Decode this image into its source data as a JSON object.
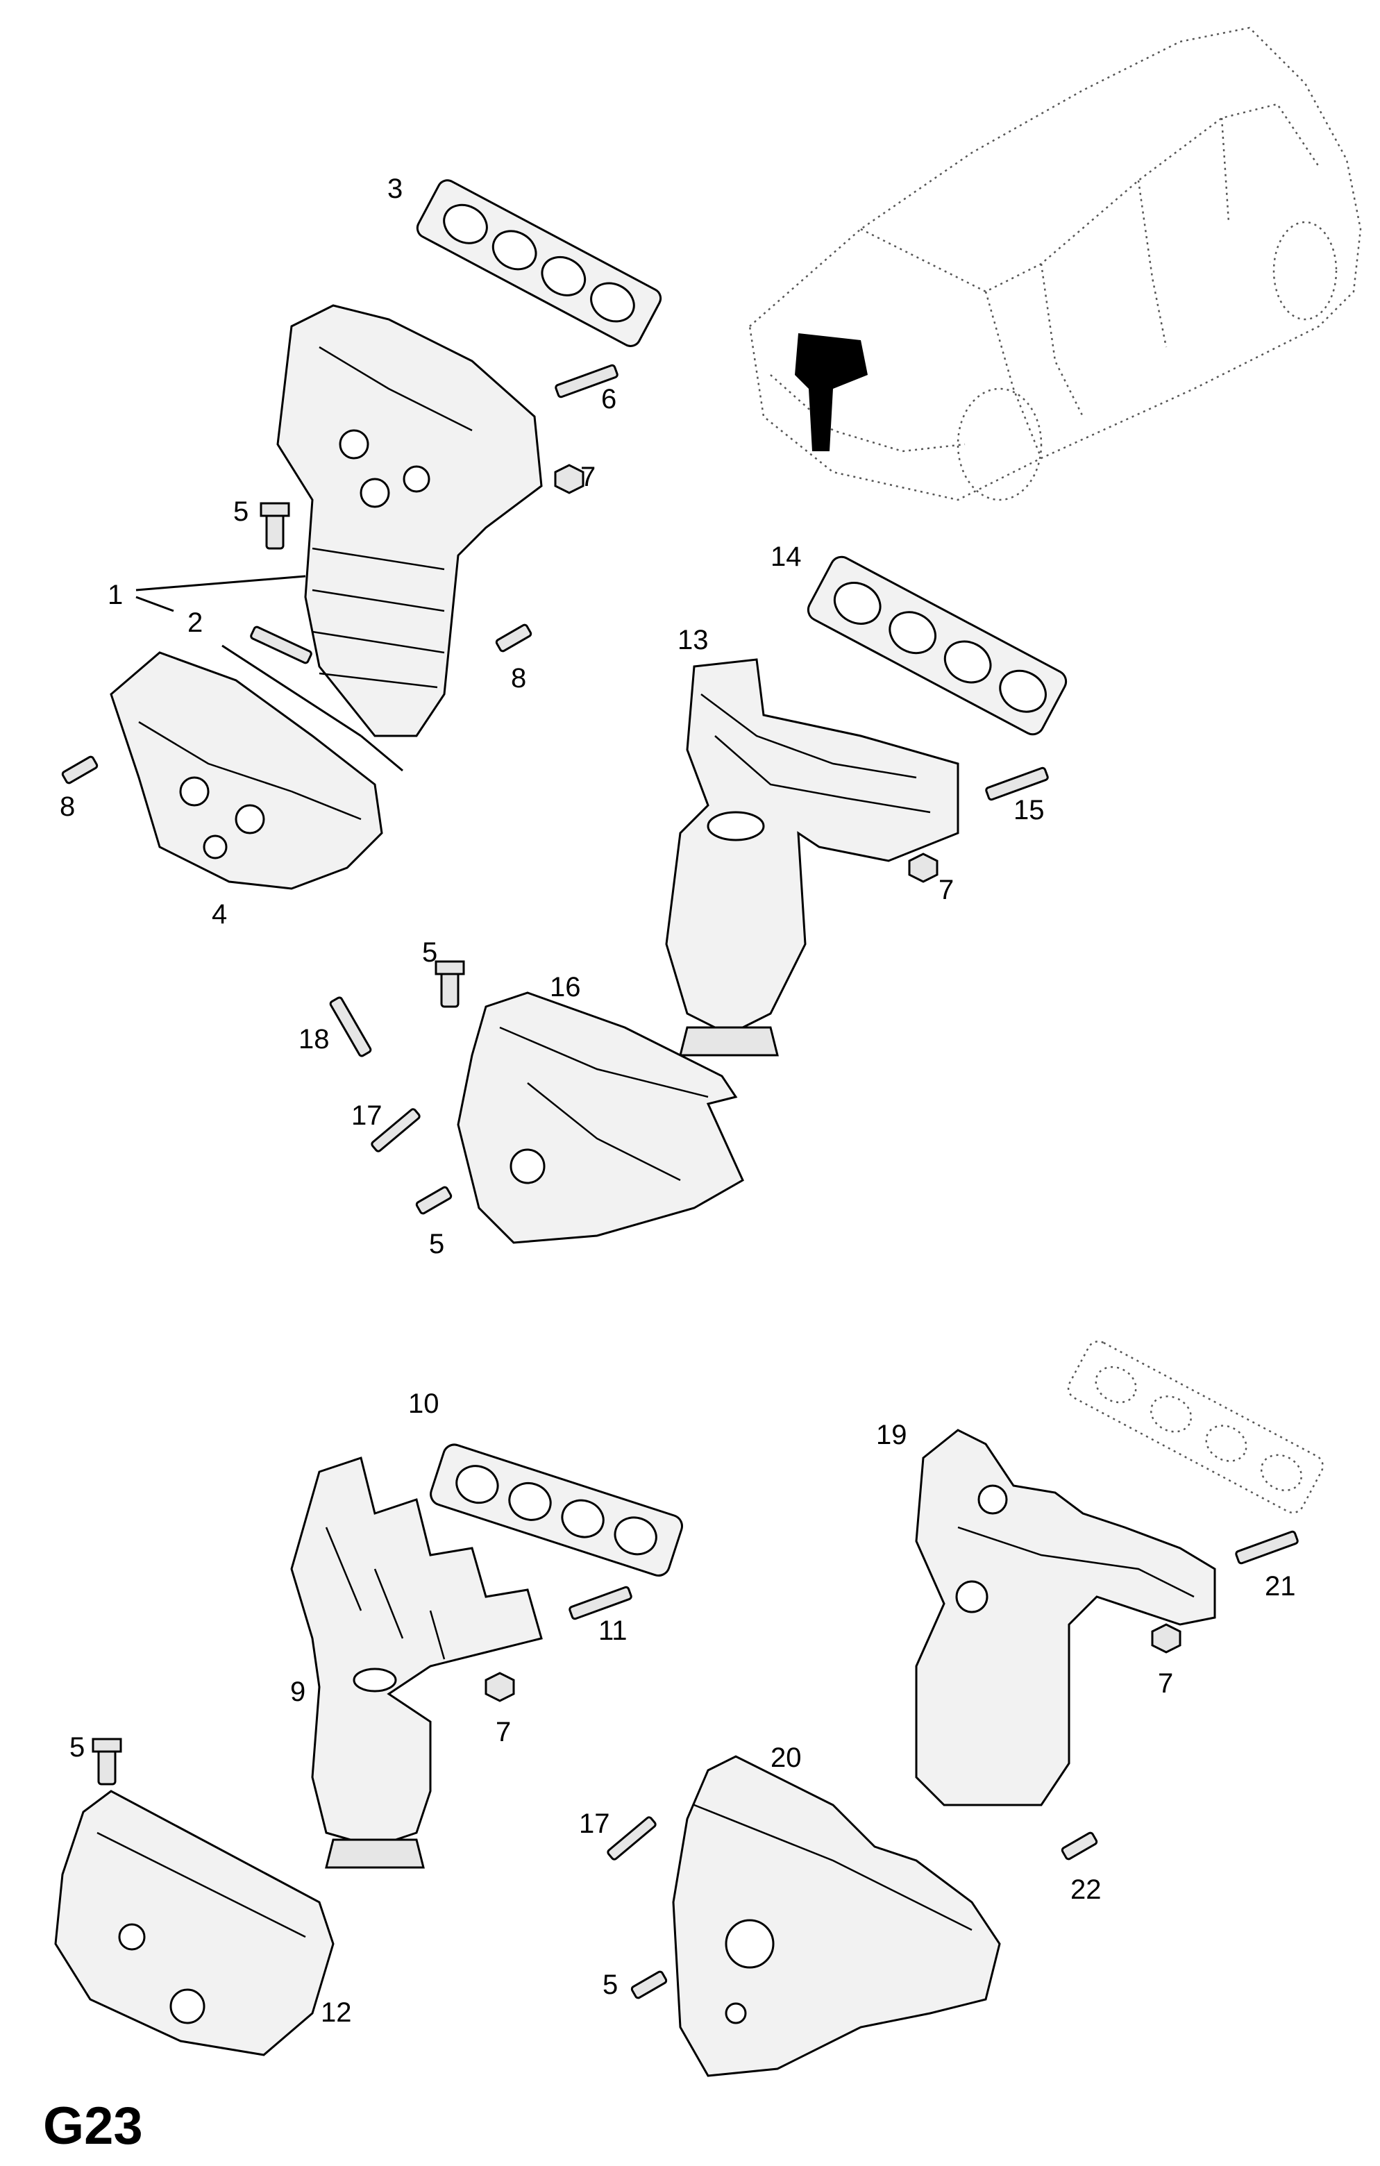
{
  "diagram": {
    "code": "G23",
    "callouts": [
      {
        "id": "c1",
        "text": "1"
      },
      {
        "id": "c2",
        "text": "2"
      },
      {
        "id": "c3",
        "text": "3"
      },
      {
        "id": "c4",
        "text": "4"
      },
      {
        "id": "c5a",
        "text": "5"
      },
      {
        "id": "c5b",
        "text": "5"
      },
      {
        "id": "c5c",
        "text": "5"
      },
      {
        "id": "c5d",
        "text": "5"
      },
      {
        "id": "c5e",
        "text": "5"
      },
      {
        "id": "c6",
        "text": "6"
      },
      {
        "id": "c7a",
        "text": "7"
      },
      {
        "id": "c7b",
        "text": "7"
      },
      {
        "id": "c7c",
        "text": "7"
      },
      {
        "id": "c7d",
        "text": "7"
      },
      {
        "id": "c8a",
        "text": "8"
      },
      {
        "id": "c8b",
        "text": "8"
      },
      {
        "id": "c9",
        "text": "9"
      },
      {
        "id": "c10",
        "text": "10"
      },
      {
        "id": "c11",
        "text": "11"
      },
      {
        "id": "c12",
        "text": "12"
      },
      {
        "id": "c13",
        "text": "13"
      },
      {
        "id": "c14",
        "text": "14"
      },
      {
        "id": "c15",
        "text": "15"
      },
      {
        "id": "c16",
        "text": "16"
      },
      {
        "id": "c17a",
        "text": "17"
      },
      {
        "id": "c17b",
        "text": "17"
      },
      {
        "id": "c18",
        "text": "18"
      },
      {
        "id": "c19",
        "text": "19"
      },
      {
        "id": "c20",
        "text": "20"
      },
      {
        "id": "c21",
        "text": "21"
      },
      {
        "id": "c22",
        "text": "22"
      }
    ]
  }
}
